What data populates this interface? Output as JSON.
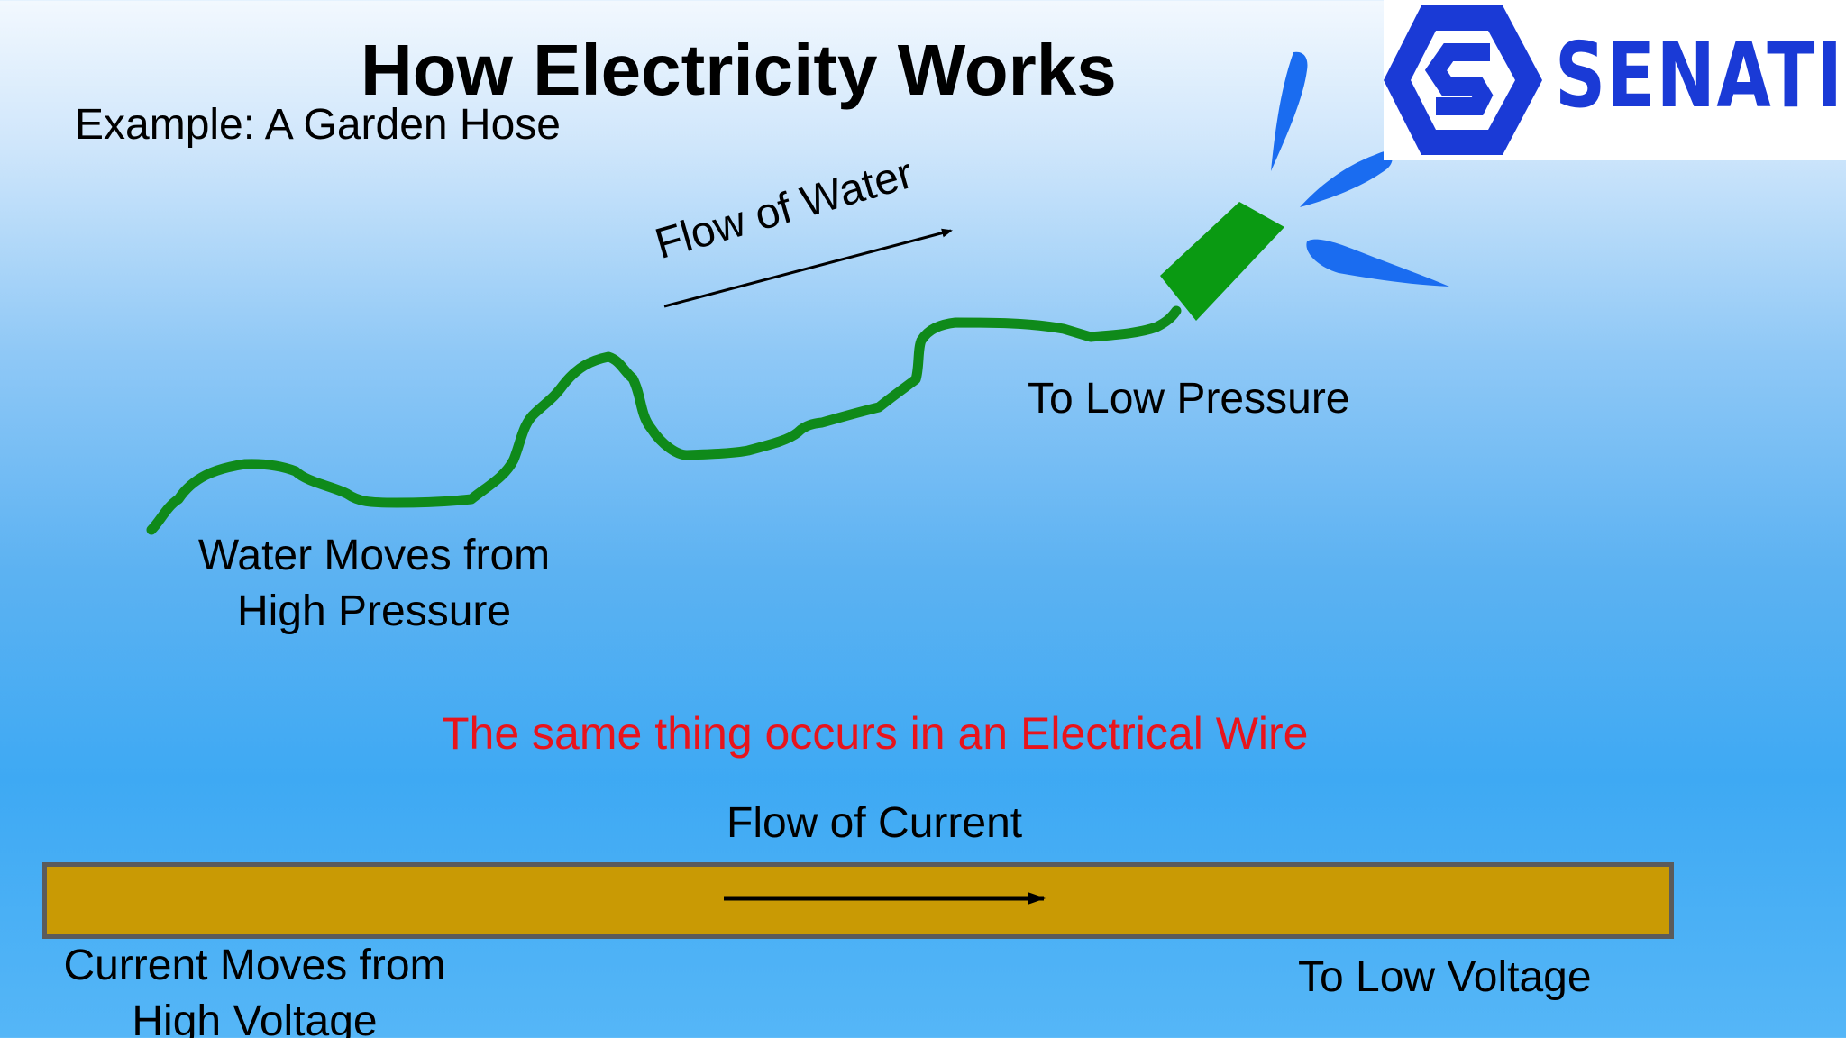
{
  "slide": {
    "title": "How Electricity Works",
    "subtitle": "Example: A Garden Hose",
    "flow_water_label": "Flow of Water",
    "water_from_line1": "Water Moves from",
    "water_from_line2": "High Pressure",
    "to_low_pressure": "To Low Pressure",
    "same_thing": "The same thing occurs in an Electrical Wire",
    "flow_current_label": "Flow of Current",
    "current_from_line1": "Current Moves from",
    "current_from_line2": "High Voltage",
    "to_low_voltage": "To Low Voltage"
  },
  "logo": {
    "text": "SENATI",
    "icon": "senati-hexagon-s-icon"
  },
  "colors": {
    "hose": "#0f8a1a",
    "nozzle": "#0a9a12",
    "water_spray": "#1a6cf0",
    "wire": "#c99a04",
    "wire_border": "#5b5b5b",
    "highlight_text": "#e8141c",
    "logo_blue": "#1a3ad6"
  }
}
